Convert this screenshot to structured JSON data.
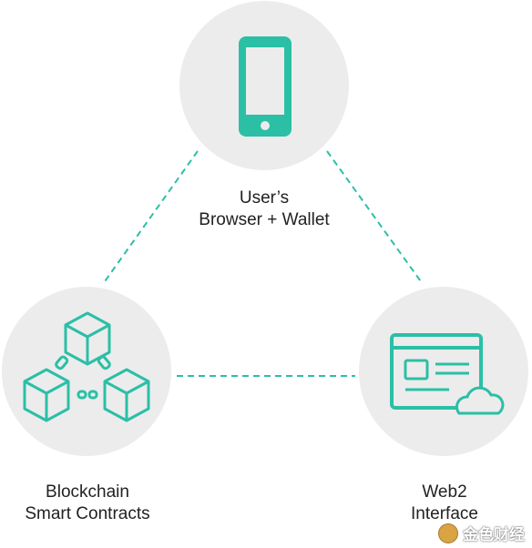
{
  "diagram": {
    "nodes": {
      "wallet": {
        "icon": "smartphone-icon",
        "line1": "User’s",
        "line2": "Browser + Wallet"
      },
      "blockchain": {
        "icon": "chained-blocks-icon",
        "line1": "Blockchain",
        "line2": "Smart Contracts"
      },
      "web2": {
        "icon": "browser-window-cloud-icon",
        "line1": "Web2",
        "line2": "Interface"
      }
    },
    "edges": [
      {
        "from": "wallet",
        "to": "blockchain",
        "style": "dashed"
      },
      {
        "from": "wallet",
        "to": "web2",
        "style": "dashed"
      },
      {
        "from": "blockchain",
        "to": "web2",
        "style": "dashed"
      }
    ]
  },
  "colors": {
    "accent": "#2bbfa6",
    "circle": "#ececec",
    "text": "#222222"
  },
  "watermark": {
    "text": "金色财经"
  }
}
